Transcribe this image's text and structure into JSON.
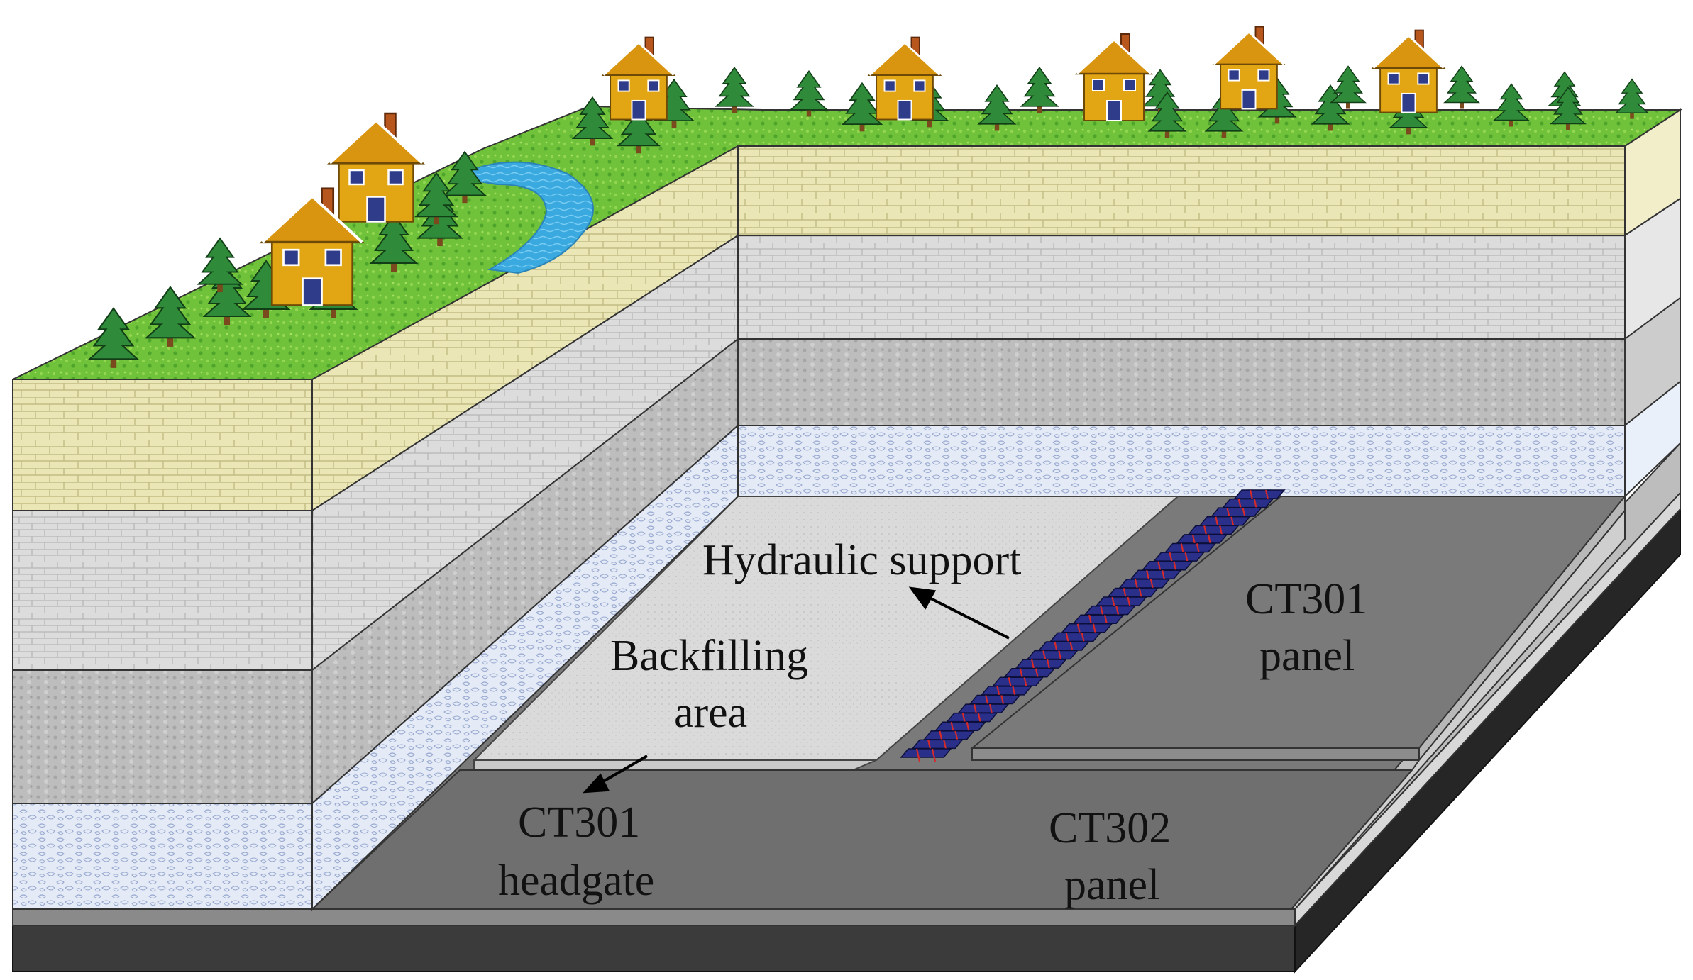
{
  "labels": {
    "hydraulic_support": "Hydraulic support",
    "backfilling_area_line1": "Backfilling",
    "backfilling_area_line2": "area",
    "ct301_panel_line1": "CT301",
    "ct301_panel_line2": "panel",
    "ct301_headgate_line1": "CT301",
    "ct301_headgate_line2": "headgate",
    "ct302_panel_line1": "CT302",
    "ct302_panel_line2": "panel"
  },
  "colors": {
    "grass": "#6fc23a",
    "river": "#3aa9e0",
    "house": "#e2a514",
    "roof": "#d9950f",
    "tree": "#2f8a3a",
    "layer_top": "#ebe6b5",
    "layer_light_gray": "#dcdcdc",
    "layer_mid_gray": "#bdbdbd",
    "layer_blue_pebble": "#dde6f5",
    "coal_panel": "#787878",
    "backfill": "#d9d9d9",
    "floor_dark": "#333333",
    "support": "#2a2f8a"
  },
  "icons": {
    "tree": "pine-tree-icon",
    "house": "house-icon"
  }
}
